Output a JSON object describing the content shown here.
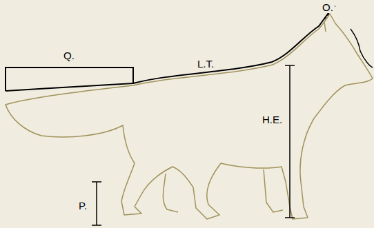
{
  "diagram": {
    "labels": [
      "Q.",
      "L.T.",
      "O.",
      "H.E.",
      "P."
    ]
  }
}
